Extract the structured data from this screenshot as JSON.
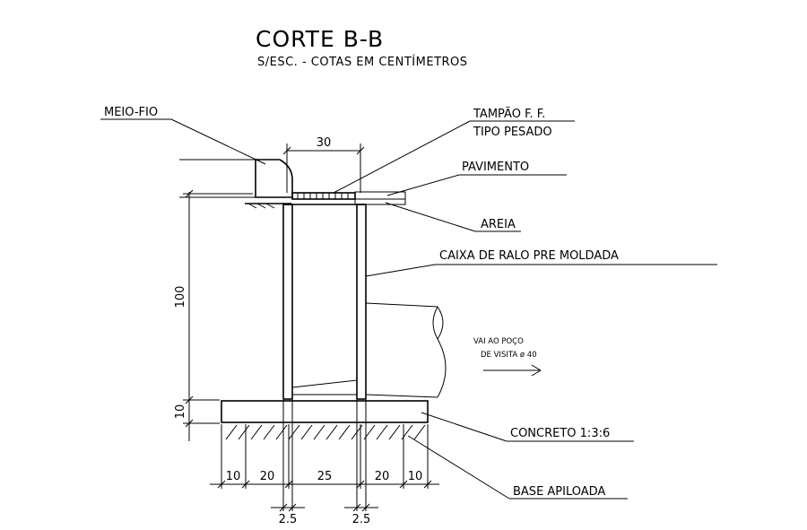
{
  "title": "CORTE B-B",
  "subtitle": "S/ESC. - COTAS EM CENTÍMETROS",
  "labels": {
    "meio_fio": "MEIO-FIO",
    "tampao_line1": "TAMPÃO F. F.",
    "tampao_line2": "TIPO PESADO",
    "pavimento": "PAVIMENTO",
    "areia": "AREIA",
    "caixa": "CAIXA DE RALO PRE MOLDADA",
    "flow_line1": "VAI AO POÇO",
    "flow_line2": "DE VISITA ø 40",
    "concreto": "CONCRETO 1:3:6",
    "base": "BASE APILOADA"
  },
  "dimensions": {
    "top_width": "30",
    "height_box": "100",
    "height_base": "10",
    "bottom": [
      "10",
      "20",
      "25",
      "20",
      "10"
    ],
    "wall_left": "2.5",
    "wall_right": "2.5"
  }
}
